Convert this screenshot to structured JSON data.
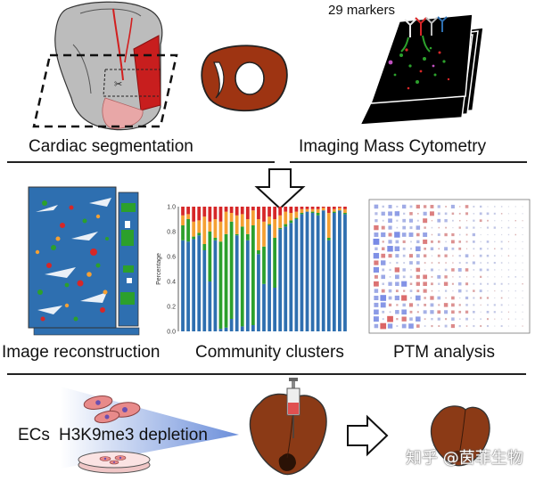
{
  "labels": {
    "cardiac_segmentation": "Cardiac segmentation",
    "imaging_mass_cytometry": "Imaging Mass Cytometry",
    "markers": "29 markers",
    "image_reconstruction": "Image reconstruction",
    "community_clusters": "Community clusters",
    "ptm_analysis": "PTM analysis",
    "ecs": "ECs",
    "h3k9me3_depletion": "H3K9me3 depletion",
    "watermark": "知乎 @茵菲生物"
  },
  "chart_data": {
    "type": "bar",
    "stacked": true,
    "title": "",
    "xlabel": "",
    "ylabel": "Percentage",
    "ylim": [
      0,
      1
    ],
    "yticks": [
      "0.0",
      "0.2",
      "0.4",
      "0.6",
      "0.8",
      "1.0"
    ],
    "colors": [
      "#2e6fb0",
      "#2ca02c",
      "#f5a033",
      "#d62728"
    ],
    "series": [
      {
        "values": [
          0.73,
          0.72,
          0.74,
          0.77,
          0.65,
          0.4,
          0.73,
          0.02,
          0.03,
          0.1,
          0.77,
          0.04,
          0.73,
          0.05,
          0.62,
          0.38,
          0.85,
          0.35,
          0.82,
          0.84,
          0.87,
          0.9,
          0.94,
          0.96,
          0.95,
          0.93,
          0.97,
          0.73,
          0.95,
          0.97,
          0.94
        ]
      },
      {
        "values": [
          0.12,
          0.18,
          0.02,
          0.02,
          0.05,
          0.4,
          0.02,
          0.7,
          0.75,
          0.78,
          0.01,
          0.8,
          0.05,
          0.8,
          0.03,
          0.3,
          0.01,
          0.4,
          0.01,
          0.02,
          0.02,
          0.01,
          0.01,
          0.0,
          0.01,
          0.02,
          0.0,
          0.02,
          0.01,
          0.0,
          0.01
        ]
      },
      {
        "values": [
          0.08,
          0.04,
          0.12,
          0.1,
          0.22,
          0.08,
          0.15,
          0.16,
          0.18,
          0.07,
          0.15,
          0.1,
          0.12,
          0.12,
          0.25,
          0.2,
          0.06,
          0.15,
          0.1,
          0.1,
          0.06,
          0.05,
          0.03,
          0.02,
          0.02,
          0.03,
          0.02,
          0.2,
          0.02,
          0.02,
          0.03
        ]
      },
      {
        "values": [
          0.07,
          0.06,
          0.12,
          0.11,
          0.08,
          0.12,
          0.1,
          0.12,
          0.04,
          0.05,
          0.07,
          0.06,
          0.1,
          0.03,
          0.1,
          0.12,
          0.08,
          0.1,
          0.07,
          0.04,
          0.05,
          0.04,
          0.02,
          0.02,
          0.02,
          0.02,
          0.01,
          0.05,
          0.02,
          0.01,
          0.02
        ]
      }
    ]
  }
}
